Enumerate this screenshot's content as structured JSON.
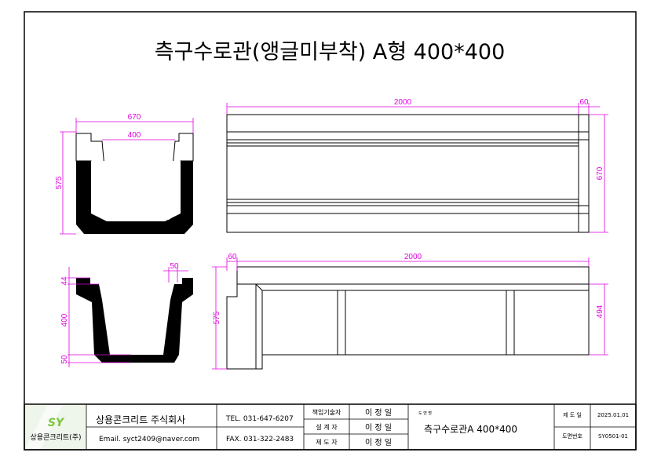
{
  "title": "측구수로관(앵글미부착) A형 400*400",
  "views": {
    "section_top": {
      "width_outer": "670",
      "width_inner": "400",
      "height": "575"
    },
    "elevation_top": {
      "length": "2000",
      "end": "60",
      "height": "670"
    },
    "section_bottom": {
      "lip": "50",
      "top": "44",
      "inner": "400",
      "bottom": "50"
    },
    "elevation_bottom": {
      "end": "60",
      "length": "2000",
      "height_left": "575",
      "height_right": "494"
    }
  },
  "title_block": {
    "logo_text": "상용콘크리트(주)",
    "logo_mark": "SY",
    "company": "상용콘크리트 주식회사",
    "email": "Email. syct2409@naver.com",
    "tel": "TEL. 031-647-6207",
    "fax": "FAX. 031-322-2483",
    "roles": [
      {
        "label": "책임기술자",
        "name": "이 정 일"
      },
      {
        "label": "설 계 자",
        "name": "이 정 일"
      },
      {
        "label": "제 도 자",
        "name": "이 정 일"
      }
    ],
    "drawing_name_label": "도 면 명",
    "drawing_name": "측구수로관A 400*400",
    "date_label": "제 도 일",
    "date": "2025.01.01",
    "number_label": "도면번호",
    "number": "SY0501-01"
  },
  "colors": {
    "dimension": "#e000e0",
    "logo": "#7cc43a"
  }
}
